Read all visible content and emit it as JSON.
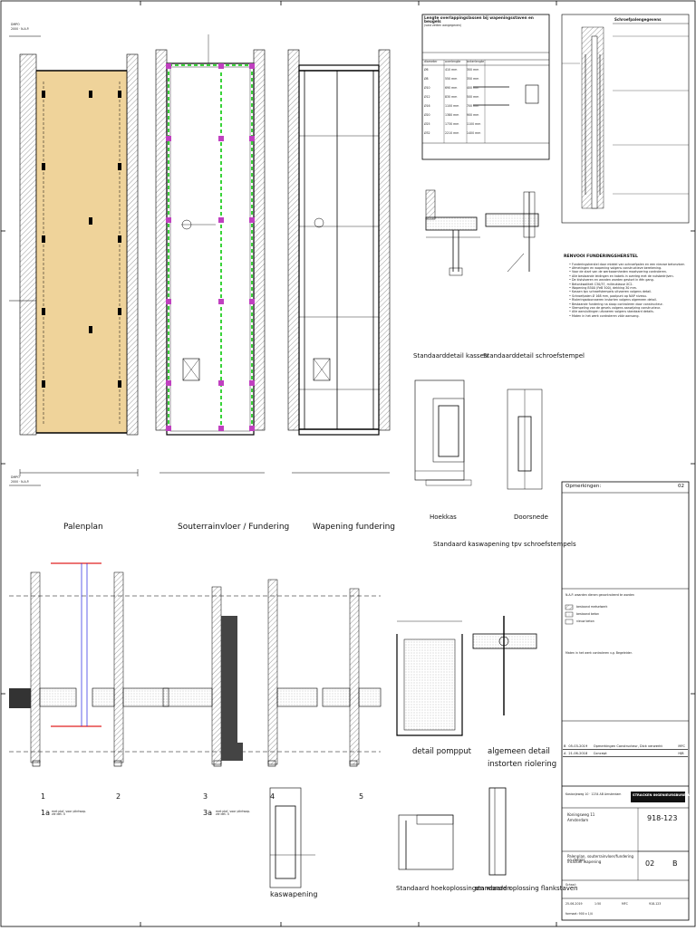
{
  "plans": {
    "palenplan": "Palenplan",
    "souterrain": "Souterrainvloer / Fundering",
    "wapening": "Wapening fundering"
  },
  "levels": {
    "dmpo": "DMPO",
    "nap": "2000 · N.A.P."
  },
  "details": {
    "kassen": "Standaarddetail kassen",
    "schroefstempel": "Standaarddetail schroefstempel",
    "hoekkas": "Hoekkas",
    "doorsnede": "Doorsnede",
    "kaswapening": "Standaard kaswapening tpv schroefstempels",
    "pompput": "detail pompput",
    "instorten_line1": "algemeen detail",
    "instorten_line2": "instorten riolering",
    "hoekoplossingen": "Standaard hoekoplossingen wanden",
    "flankstaven": "standaard oplossing flankstaven",
    "kaswapening_section": "kaswapening"
  },
  "sections": {
    "labels": [
      "1",
      "1a",
      "2",
      "3",
      "3a",
      "4",
      "5"
    ],
    "note_1a": "met plof, voor plintwap. zie det. 4",
    "note_3a": "met plof, voor plintwap. zie det. 4"
  },
  "overlap_table": {
    "title": "Lengte overlappingslassen bij wapeningsstaven en beugels",
    "subtitle": "(vast zetten aangegeven)",
    "columns": [
      "diameter",
      "overlengte",
      "ankerlengte"
    ],
    "rows": [
      [
        "Ø6",
        "410 mm",
        "300 mm"
      ],
      [
        "Ø8",
        "550 mm",
        "350 mm"
      ],
      [
        "Ø10",
        "690 mm",
        "400 mm"
      ],
      [
        "Ø12",
        "830 mm",
        "500 mm"
      ],
      [
        "Ø16",
        "1100 mm",
        "700 mm"
      ],
      [
        "Ø20",
        "1380 mm",
        "900 mm"
      ],
      [
        "Ø25",
        "1730 mm",
        "1100 mm"
      ],
      [
        "Ø32",
        "2210 mm",
        "1400 mm"
      ]
    ]
  },
  "schroef_header": "Schroefpalengegevens",
  "notes": {
    "header": "RENVOOI FUNDERINGSHERSTEL",
    "items": [
      "Funderingsherstel door middel van schroefpalen en een nieuwe betonvloer.",
      "Afmetingen en wapening volgens constructieve berekening.",
      "Voor de start van de werkzaamheden maatvoering controleren.",
      "Alle bestaande leidingen en kabels in overleg met de nutsbedrijven.",
      "De kistvloeren en wanden worden gestort in één gang.",
      "Betonkwaliteit C30/37, milieuklasse XC2.",
      "Wapening B500 (FeB 500), dekking 30 mm.",
      "Kassen tpv schroefstempels uitvoeren volgens detail.",
      "Schroefpalen Ø 168 mm, paalpunt op NAP niveau.",
      "Rioleringsdoorvoeren instorten volgens algemeen detail.",
      "Bestaande fundering na sloop controleren door constructeur.",
      "Stempeling van de gevels volgens aanwijzing constructeur.",
      "Alle aansluitingen uitvoeren volgens standaard details.",
      "Maten in het werk controleren vóór aanvang."
    ]
  },
  "info_block": {
    "opmerkingen": "Opmerkingen:",
    "sheet_no": "02",
    "legend_intro": "N.A.P. waarden dienen gecontroleerd te worden",
    "legend_items": [
      "bestaand metselwerk",
      "bestaand beton",
      "nieuw beton"
    ],
    "maten": "Maten in het werk controleren v.g. Begeleider."
  },
  "revisions": [
    {
      "rev": "B",
      "date": "05-03-2019",
      "text": "Opmerkingen Constructeur, Dick verwerkt",
      "by": "MFC"
    },
    {
      "rev": "A",
      "date": "21-06-2018",
      "text": "Concept",
      "by": "HJB"
    }
  ],
  "title_block": {
    "company": "STRACKEN INGENIEURSBUREAU",
    "address": "Kastanjeweg 10 · 1234 AB Amsterdam",
    "project_addr1": "Koningsweg 11",
    "project_addr2": "Amsterdam",
    "project_no": "918-123",
    "drawing_title": "Palenplan, souterrainvloer/fundering en details",
    "drawing_subtitle": "inclusief wapening",
    "sheet": "02",
    "revision": "B",
    "scale_label": "Schaal:",
    "date": "25-06-2019",
    "scale": "1:50",
    "drawn": "MFC",
    "checked": "918-123",
    "format": "formaat: 900 x 1/4"
  }
}
